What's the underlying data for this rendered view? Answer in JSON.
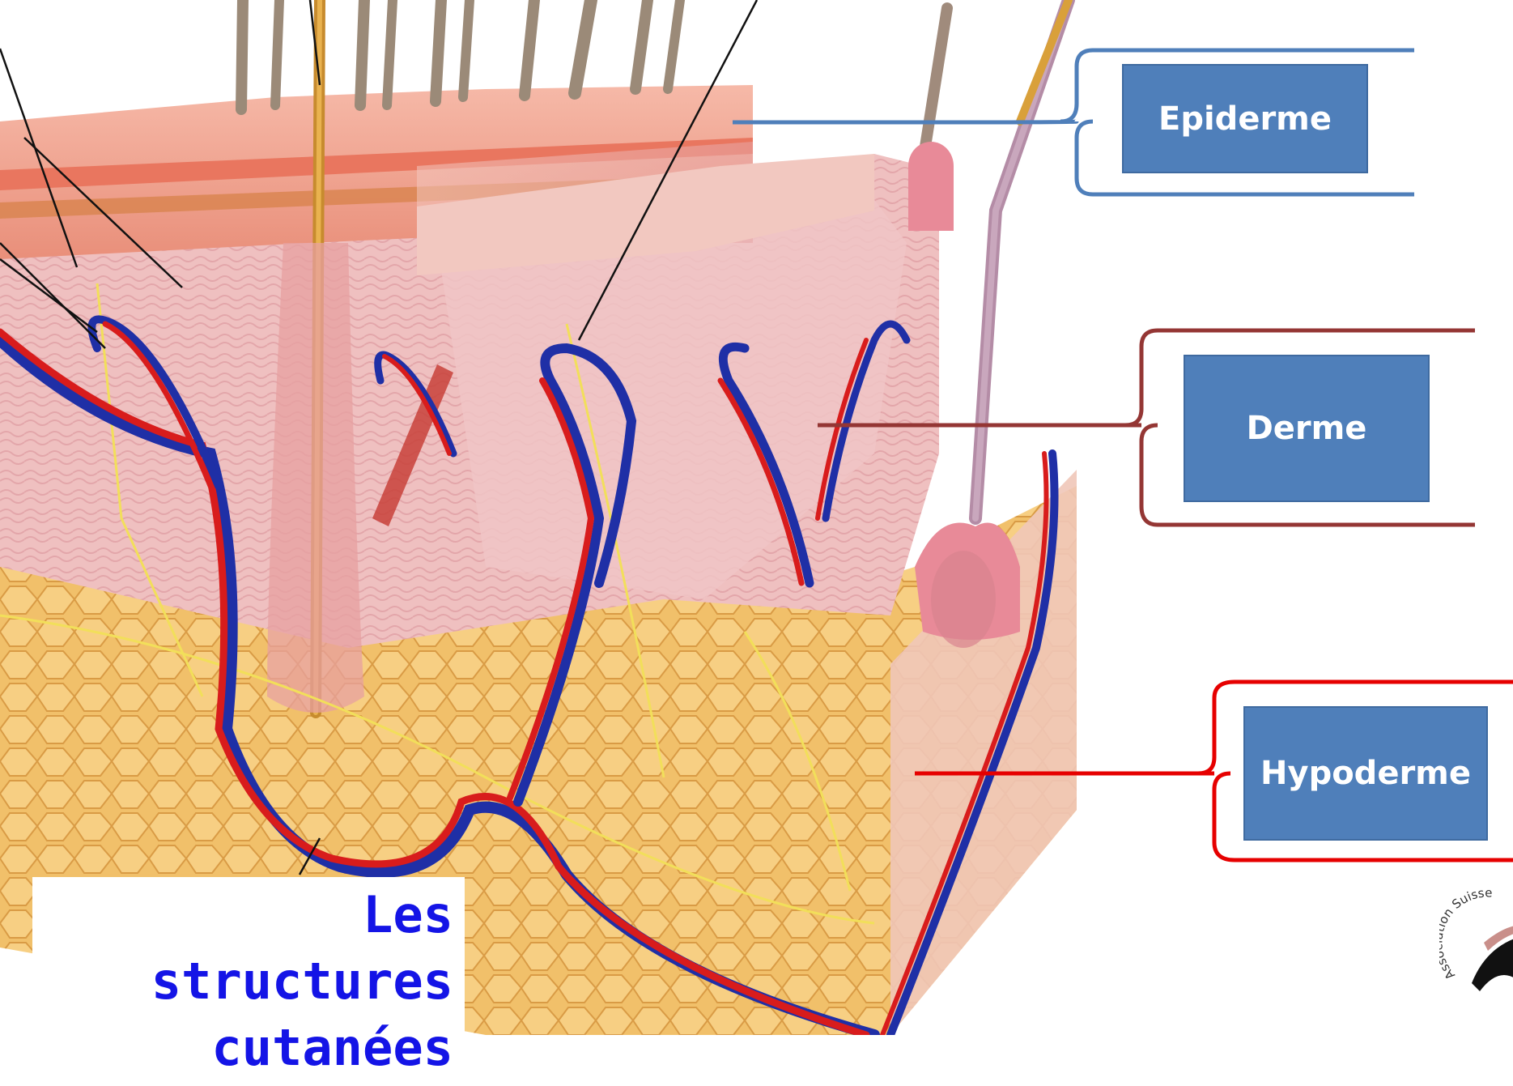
{
  "labels": {
    "epiderme": "Epiderme",
    "derme": "Derme",
    "hypoderme": "Hypoderme"
  },
  "title": {
    "line1": "Les structures",
    "line2": "cutanées"
  },
  "logo": {
    "text": "Association Suisse"
  },
  "colors": {
    "epiderme_bracket": "#4f7fba",
    "derme_bracket": "#943634",
    "hypoderme_bracket": "#e60000",
    "label_box": "#4f7fba",
    "title": "#1414e6",
    "artery": "#d81c1c",
    "vein": "#1f2fa6",
    "fat": "#f3c46f",
    "skin": "#f4b3aa"
  }
}
